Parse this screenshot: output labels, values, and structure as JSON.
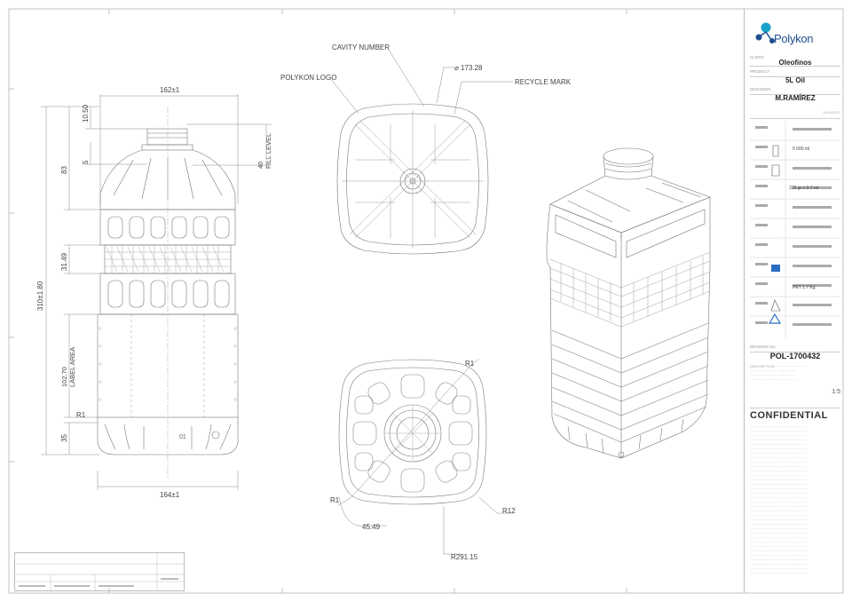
{
  "company": {
    "name": "Polykon"
  },
  "callouts": {
    "cavity_number": "CAVITY NUMBER",
    "polykon_logo": "POLYKON LOGO",
    "recycle_mark": "RECYCLE MARK",
    "top_diameter": "⌀ 173.28",
    "bottom_diameter": "R291.15",
    "r12": "R12",
    "r1": "R1",
    "angle": "45.49"
  },
  "dimensions": {
    "top_width": "162±1",
    "bottom_width": "164±1",
    "neck_h": "10.50",
    "shoulder": "83",
    "fill_level": "40\nFILL LEVEL",
    "five": "5",
    "grip": "31.49",
    "total_height": "310±1.80",
    "label_area": "102.70\nLABEL AREA",
    "base_h": "35",
    "r1_side": "R1"
  },
  "titleblock": {
    "client": "Oleofinos",
    "product": "5L Oil",
    "designer": "M.RAMÍREZ",
    "date": "10/10/2017",
    "capacity": "5 000 ml",
    "volume": "320 gr  ± 0.7 ml",
    "drawing_no": "POL-1700432",
    "confidential": "CONFIDENTIAL",
    "material": "PET 1.7 Kg",
    "scale": "1:5"
  },
  "colors": {
    "brand_blue": "#1f4f8f",
    "logo_teal": "#1aa3c8"
  }
}
